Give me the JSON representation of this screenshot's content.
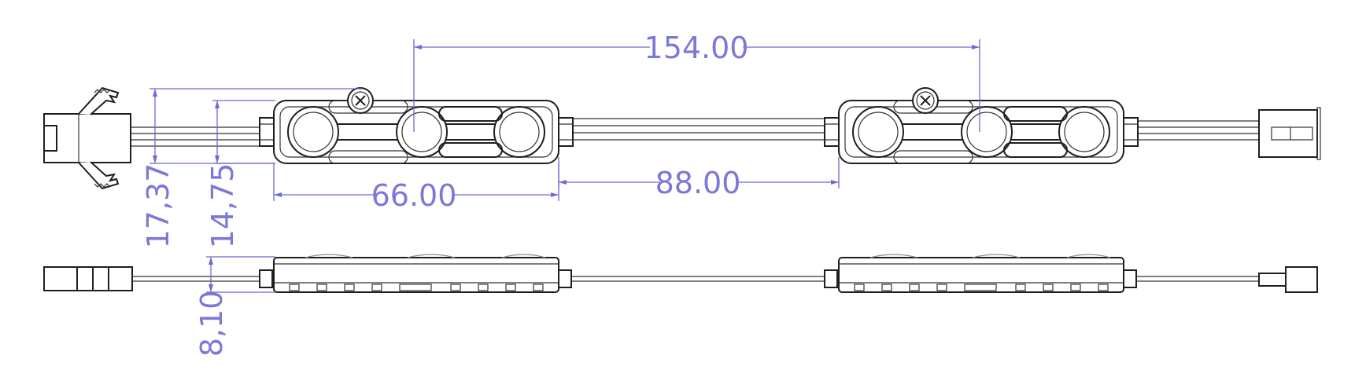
{
  "dimensions": {
    "pitch": "154.00",
    "gap": "88.00",
    "module_length": "66.00",
    "outer_height": "17,37",
    "body_height": "14,75",
    "thickness": "8,10"
  },
  "colors": {
    "dimension": "#6d6ad6",
    "outline": "#1e1e1e",
    "background": "#ffffff"
  }
}
